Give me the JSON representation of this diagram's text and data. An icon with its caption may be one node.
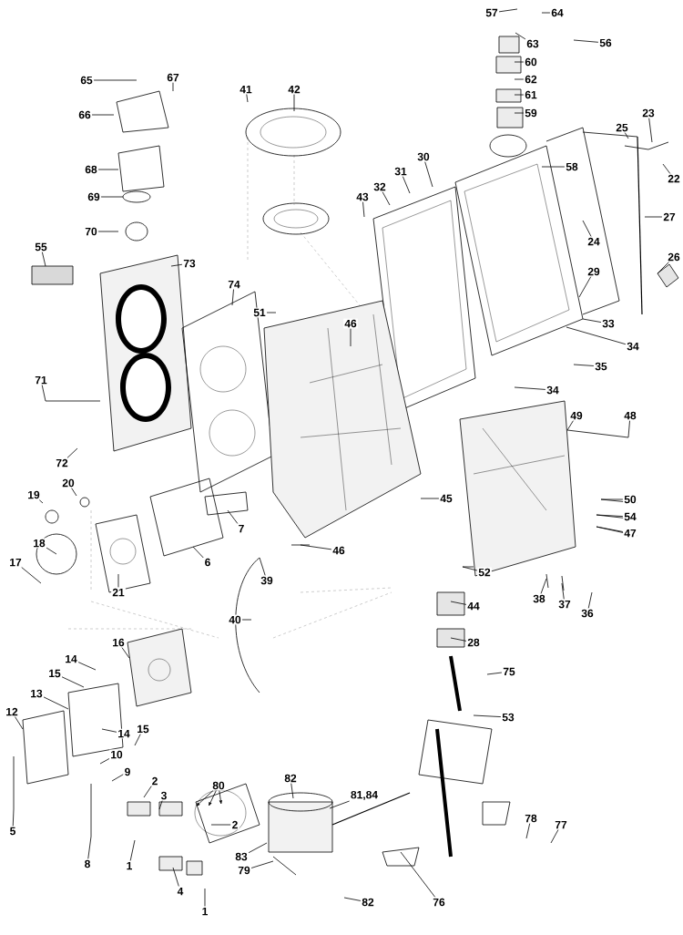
{
  "diagram": {
    "nodes": [
      {
        "text": [
          "57"
        ]
      },
      {
        "text": [
          "64"
        ]
      },
      {
        "text": [
          "63"
        ]
      },
      {
        "text": [
          "56"
        ]
      },
      {
        "text": [
          "60"
        ]
      },
      {
        "text": [
          "62"
        ]
      },
      {
        "text": [
          "65"
        ]
      },
      {
        "text": [
          "67"
        ]
      },
      {
        "text": [
          "41"
        ]
      },
      {
        "text": [
          "42"
        ]
      },
      {
        "text": [
          "61"
        ]
      },
      {
        "text": [
          "59"
        ]
      },
      {
        "text": [
          "23"
        ]
      },
      {
        "text": [
          "66"
        ]
      },
      {
        "text": [
          "25"
        ]
      },
      {
        "text": [
          "30"
        ]
      },
      {
        "text": [
          "58"
        ]
      },
      {
        "text": [
          "68"
        ]
      },
      {
        "text": [
          "31"
        ]
      },
      {
        "text": [
          "22"
        ]
      },
      {
        "text": [
          "32"
        ]
      },
      {
        "text": [
          "43"
        ]
      },
      {
        "text": [
          "69"
        ]
      },
      {
        "text": [
          "27"
        ]
      },
      {
        "text": [
          "70"
        ]
      },
      {
        "text": [
          "24"
        ]
      },
      {
        "text": [
          "55"
        ]
      },
      {
        "text": [
          "26"
        ]
      },
      {
        "text": [
          "73"
        ]
      },
      {
        "text": [
          "29"
        ]
      },
      {
        "text": [
          "74"
        ]
      },
      {
        "text": [
          "51"
        ]
      },
      {
        "text": [
          "46"
        ]
      },
      {
        "text": [
          "33"
        ]
      },
      {
        "text": [
          "34"
        ]
      },
      {
        "text": [
          "35"
        ]
      },
      {
        "text": [
          "71"
        ]
      },
      {
        "text": [
          "34"
        ]
      },
      {
        "text": [
          "49"
        ]
      },
      {
        "text": [
          "48"
        ]
      },
      {
        "text": [
          "72"
        ]
      },
      {
        "text": [
          "20"
        ]
      },
      {
        "text": [
          "19"
        ]
      },
      {
        "text": [
          "45"
        ]
      },
      {
        "text": [
          "50"
        ]
      },
      {
        "text": [
          "54"
        ]
      },
      {
        "text": [
          "7"
        ]
      },
      {
        "text": [
          "47"
        ]
      },
      {
        "text": [
          "18"
        ]
      },
      {
        "text": [
          "46"
        ]
      },
      {
        "text": [
          "17"
        ]
      },
      {
        "text": [
          "6"
        ]
      },
      {
        "text": [
          "52"
        ]
      },
      {
        "text": [
          "39"
        ]
      },
      {
        "text": [
          "21"
        ]
      },
      {
        "text": [
          "38"
        ]
      },
      {
        "text": [
          "37"
        ]
      },
      {
        "text": [
          "44"
        ]
      },
      {
        "text": [
          "36"
        ]
      },
      {
        "text": [
          "40"
        ]
      },
      {
        "text": [
          "16"
        ]
      },
      {
        "text": [
          "28"
        ]
      },
      {
        "text": [
          "14"
        ]
      },
      {
        "text": [
          "75"
        ]
      },
      {
        "text": [
          "15"
        ]
      },
      {
        "text": [
          "13"
        ]
      },
      {
        "text": [
          "12"
        ]
      },
      {
        "text": [
          "53"
        ]
      },
      {
        "text": [
          "14"
        ]
      },
      {
        "text": [
          "15"
        ]
      },
      {
        "text": [
          "10"
        ]
      },
      {
        "text": [
          "9"
        ]
      },
      {
        "text": [
          "2"
        ]
      },
      {
        "text": [
          "80"
        ]
      },
      {
        "text": [
          "82"
        ]
      },
      {
        "text": [
          "3"
        ]
      },
      {
        "text": [
          "81,84"
        ]
      },
      {
        "text": [
          "78"
        ]
      },
      {
        "text": [
          "2"
        ]
      },
      {
        "text": [
          "77"
        ]
      },
      {
        "text": [
          "5"
        ]
      },
      {
        "text": [
          "83"
        ]
      },
      {
        "text": [
          "8"
        ]
      },
      {
        "text": [
          "1"
        ]
      },
      {
        "text": [
          "79"
        ]
      },
      {
        "text": [
          "4"
        ]
      },
      {
        "text": [
          "82"
        ]
      },
      {
        "text": [
          "76"
        ]
      },
      {
        "text": [
          "1"
        ]
      }
    ],
    "edges": [
      {
        "from": 0,
        "to": null,
        "arrow": "none"
      },
      {
        "from": 1,
        "to": null,
        "arrow": "none"
      },
      {
        "from": 2,
        "to": null,
        "arrow": "none"
      },
      {
        "from": 3,
        "to": null,
        "arrow": "none"
      },
      {
        "from": 4,
        "to": null,
        "arrow": "none"
      },
      {
        "from": 5,
        "to": null,
        "arrow": "none"
      },
      {
        "from": 6,
        "to": null,
        "arrow": "none"
      },
      {
        "from": 7,
        "to": null,
        "arrow": "none"
      },
      {
        "from": 8,
        "to": null,
        "arrow": "none"
      },
      {
        "from": 9,
        "to": null,
        "arrow": "none"
      },
      {
        "from": 10,
        "to": null,
        "arrow": "none"
      },
      {
        "from": 11,
        "to": null,
        "arrow": "none"
      },
      {
        "from": 12,
        "to": null,
        "arrow": "none"
      },
      {
        "from": 13,
        "to": null,
        "arrow": "none"
      },
      {
        "from": 14,
        "to": null,
        "arrow": "none"
      },
      {
        "from": 15,
        "to": null,
        "arrow": "none"
      },
      {
        "from": 16,
        "to": null,
        "arrow": "none"
      },
      {
        "from": 17,
        "to": null,
        "arrow": "none"
      },
      {
        "from": 18,
        "to": null,
        "arrow": "none"
      },
      {
        "from": 19,
        "to": null,
        "arrow": "none"
      },
      {
        "from": 20,
        "to": null,
        "arrow": "none"
      },
      {
        "from": 21,
        "to": null,
        "arrow": "none"
      },
      {
        "from": 22,
        "to": null,
        "arrow": "none"
      },
      {
        "from": 23,
        "to": null,
        "arrow": "none"
      },
      {
        "from": 24,
        "to": null,
        "arrow": "none"
      },
      {
        "from": 25,
        "to": null,
        "arrow": "none"
      },
      {
        "from": 26,
        "to": null,
        "arrow": "none"
      },
      {
        "from": 27,
        "to": null,
        "arrow": "none"
      },
      {
        "from": 28,
        "to": null,
        "arrow": "none"
      },
      {
        "from": 29,
        "to": null,
        "arrow": "none"
      },
      {
        "from": 30,
        "to": null,
        "arrow": "none"
      },
      {
        "from": 31,
        "to": null,
        "arrow": "none"
      },
      {
        "from": 32,
        "to": null,
        "arrow": "none"
      },
      {
        "from": 33,
        "to": null,
        "arrow": "none"
      },
      {
        "from": 34,
        "to": null,
        "arrow": "none"
      },
      {
        "from": 35,
        "to": null,
        "arrow": "none"
      },
      {
        "from": 36,
        "to": null,
        "arrow": "none"
      },
      {
        "from": 37,
        "to": null,
        "arrow": "none"
      },
      {
        "from": 38,
        "to": null,
        "arrow": "none"
      },
      {
        "from": 39,
        "to": null,
        "arrow": "none"
      },
      {
        "from": 40,
        "to": null,
        "arrow": "none"
      },
      {
        "from": 41,
        "to": null,
        "arrow": "none"
      },
      {
        "from": 42,
        "to": null,
        "arrow": "none"
      },
      {
        "from": 43,
        "to": null,
        "arrow": "none"
      },
      {
        "from": 44,
        "to": null,
        "arrow": "none"
      },
      {
        "from": 45,
        "to": null,
        "arrow": "none"
      },
      {
        "from": 46,
        "to": null,
        "arrow": "none"
      },
      {
        "from": 47,
        "to": null,
        "arrow": "none"
      },
      {
        "from": 48,
        "to": null,
        "arrow": "none"
      },
      {
        "from": 49,
        "to": null,
        "arrow": "none"
      },
      {
        "from": 50,
        "to": null,
        "arrow": "none"
      },
      {
        "from": 51,
        "to": null,
        "arrow": "none"
      },
      {
        "from": 52,
        "to": null,
        "arrow": "none"
      },
      {
        "from": 53,
        "to": null,
        "arrow": "none"
      },
      {
        "from": 54,
        "to": null,
        "arrow": "none"
      },
      {
        "from": 55,
        "to": null,
        "arrow": "none"
      },
      {
        "from": 56,
        "to": null,
        "arrow": "none"
      },
      {
        "from": 57,
        "to": null,
        "arrow": "none"
      },
      {
        "from": 58,
        "to": null,
        "arrow": "none"
      },
      {
        "from": 59,
        "to": null,
        "arrow": "none"
      },
      {
        "from": 60,
        "to": null,
        "arrow": "none"
      },
      {
        "from": 61,
        "to": null,
        "arrow": "none"
      },
      {
        "from": 62,
        "to": null,
        "arrow": "none"
      },
      {
        "from": 63,
        "to": null,
        "arrow": "none"
      },
      {
        "from": 64,
        "to": null,
        "arrow": "none"
      },
      {
        "from": 65,
        "to": null,
        "arrow": "none"
      },
      {
        "from": 66,
        "to": null,
        "arrow": "none"
      },
      {
        "from": 67,
        "to": null,
        "arrow": "none"
      },
      {
        "from": 68,
        "to": null,
        "arrow": "none"
      },
      {
        "from": 69,
        "to": null,
        "arrow": "none"
      },
      {
        "from": 70,
        "to": null,
        "arrow": "none"
      },
      {
        "from": 71,
        "to": null,
        "arrow": "none"
      },
      {
        "from": 72,
        "to": null,
        "arrow": "none"
      },
      {
        "from": 73,
        "to": null,
        "arrow": "to"
      },
      {
        "from": 73,
        "to": null,
        "arrow": "to"
      },
      {
        "from": 73,
        "to": null,
        "arrow": "to"
      },
      {
        "from": 74,
        "to": null,
        "arrow": "none"
      },
      {
        "from": 75,
        "to": null,
        "arrow": "none"
      },
      {
        "from": 76,
        "to": null,
        "arrow": "none"
      },
      {
        "from": 77,
        "to": null,
        "arrow": "none"
      },
      {
        "from": 78,
        "to": null,
        "arrow": "none"
      },
      {
        "from": 79,
        "to": null,
        "arrow": "none"
      },
      {
        "from": 80,
        "to": null,
        "arrow": "none"
      },
      {
        "from": 81,
        "to": null,
        "arrow": "none"
      },
      {
        "from": 82,
        "to": null,
        "arrow": "none"
      },
      {
        "from": 83,
        "to": null,
        "arrow": "none"
      },
      {
        "from": 84,
        "to": null,
        "arrow": "none"
      },
      {
        "from": 85,
        "to": null,
        "arrow": "none"
      },
      {
        "from": 86,
        "to": null,
        "arrow": "none"
      },
      {
        "from": 87,
        "to": null,
        "arrow": "none"
      },
      {
        "from": 88,
        "to": null,
        "arrow": "none"
      }
    ]
  }
}
